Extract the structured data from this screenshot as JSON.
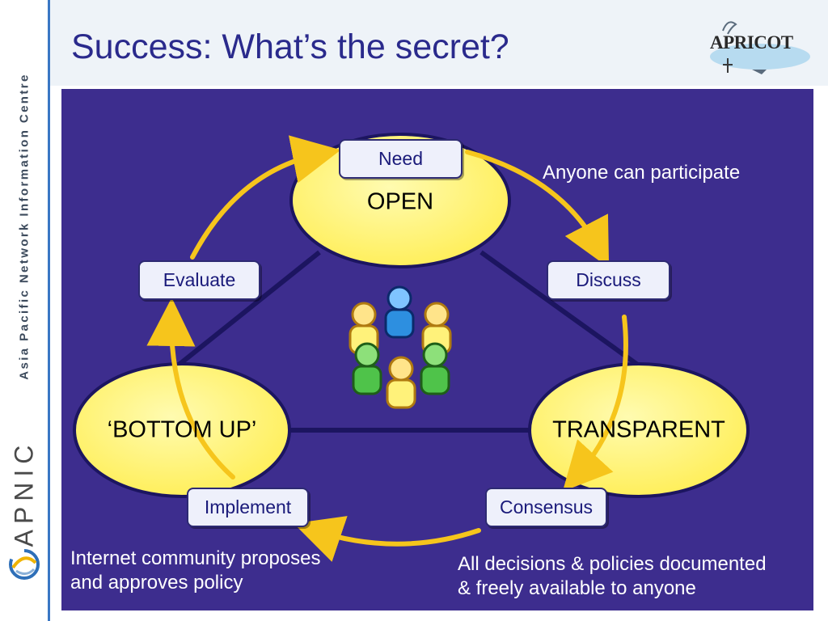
{
  "slide": {
    "title": "Success: What’s the secret?"
  },
  "sidebar": {
    "org_name": "Asia Pacific Network Information Centre",
    "org_abbrev": "APNIC",
    "logo_icon": "apnic-swirl-icon"
  },
  "event_logo": {
    "text": "APRICOT",
    "icon": "apricot-logo-icon"
  },
  "principles": {
    "open": "OPEN",
    "bottom_up": "‘BOTTOM UP’",
    "transparent": "TRANSPARENT"
  },
  "process_steps": {
    "need": "Need",
    "discuss": "Discuss",
    "consensus": "Consensus",
    "implement": "Implement",
    "evaluate": "Evaluate"
  },
  "notes": {
    "open": "Anyone can participate",
    "bottom_up": [
      "Internet community proposes",
      "and approves policy"
    ],
    "transparent": [
      "All decisions & policies documented",
      "& freely available to anyone"
    ]
  },
  "center_icon": "people-group-icon",
  "colors": {
    "panel": "#3d2d8e",
    "ellipse": "#fff27a",
    "arrow": "#f6c51c",
    "title": "#2a2a8c"
  }
}
